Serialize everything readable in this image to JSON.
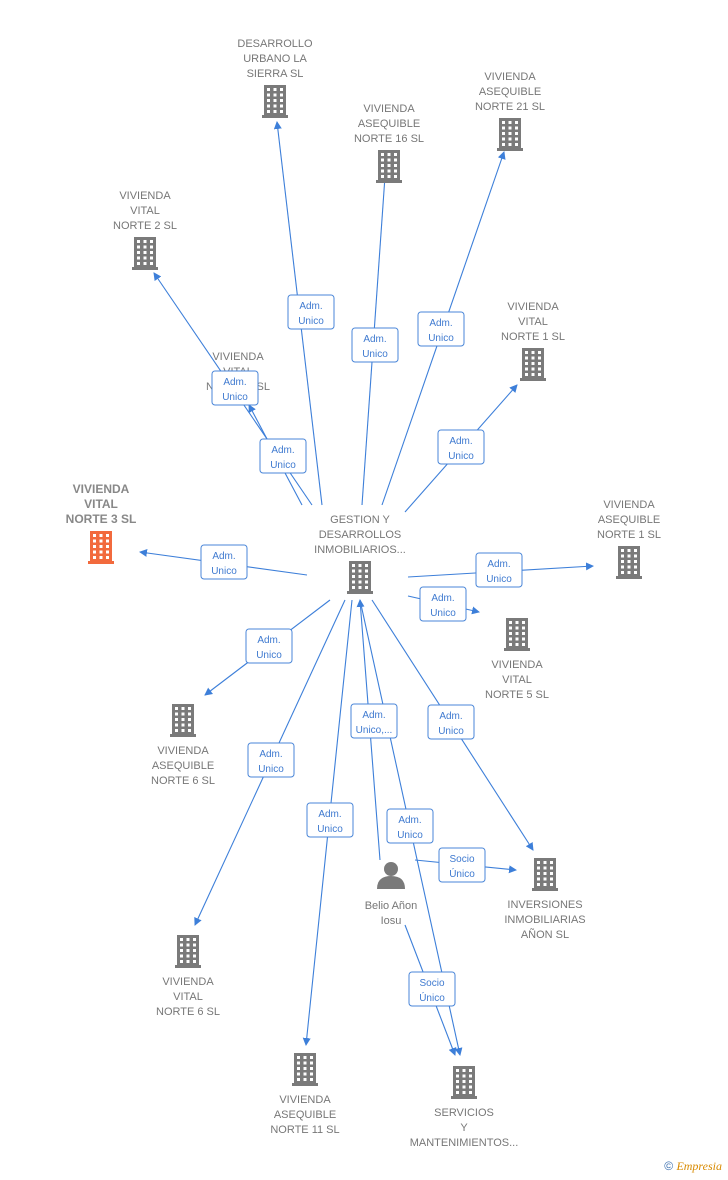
{
  "nodes": [
    {
      "id": "center",
      "kind": "company",
      "lines": [
        "GESTION Y",
        "DESARROLLOS",
        "INMOBILIARIOS..."
      ]
    },
    {
      "id": "desarrollo",
      "kind": "company",
      "lines": [
        "DESARROLLO",
        "URBANO LA",
        "SIERRA  SL"
      ]
    },
    {
      "id": "va16",
      "kind": "company",
      "lines": [
        "VIVIENDA",
        "ASEQUIBLE",
        "NORTE 16  SL"
      ]
    },
    {
      "id": "va21",
      "kind": "company",
      "lines": [
        "VIVIENDA",
        "ASEQUIBLE",
        "NORTE 21  SL"
      ]
    },
    {
      "id": "vv2",
      "kind": "company",
      "lines": [
        "VIVIENDA",
        "VITAL",
        "NORTE 2  SL"
      ]
    },
    {
      "id": "vv4",
      "kind": "company",
      "lines": [
        "VIVIENDA",
        "VITAL",
        "NORTE 4  SL"
      ]
    },
    {
      "id": "vv1",
      "kind": "company",
      "lines": [
        "VIVIENDA",
        "VITAL",
        "NORTE 1  SL"
      ]
    },
    {
      "id": "vv3",
      "kind": "company",
      "highlight": true,
      "lines": [
        "VIVIENDA",
        "VITAL",
        "NORTE 3  SL"
      ]
    },
    {
      "id": "va1",
      "kind": "company",
      "lines": [
        "VIVIENDA",
        "ASEQUIBLE",
        "NORTE 1  SL"
      ]
    },
    {
      "id": "vv5",
      "kind": "company",
      "lines": [
        "VIVIENDA",
        "VITAL",
        "NORTE 5  SL"
      ]
    },
    {
      "id": "va6",
      "kind": "company",
      "lines": [
        "VIVIENDA",
        "ASEQUIBLE",
        "NORTE 6  SL"
      ]
    },
    {
      "id": "vv6",
      "kind": "company",
      "lines": [
        "VIVIENDA",
        "VITAL",
        "NORTE 6  SL"
      ]
    },
    {
      "id": "va11",
      "kind": "company",
      "lines": [
        "VIVIENDA",
        "ASEQUIBLE",
        "NORTE 11  SL"
      ]
    },
    {
      "id": "servicios",
      "kind": "company",
      "lines": [
        "SERVICIOS",
        "Y",
        "MANTENIMIENTOS..."
      ]
    },
    {
      "id": "inversiones",
      "kind": "company",
      "lines": [
        "INVERSIONES",
        "INMOBILIARIAS",
        "AÑON  SL"
      ]
    },
    {
      "id": "belio",
      "kind": "person",
      "lines": [
        "Belio Añon",
        "Iosu"
      ]
    }
  ],
  "relations": [
    {
      "from": "center",
      "to": "desarrollo",
      "lines": [
        "Adm.",
        "Unico"
      ]
    },
    {
      "from": "center",
      "to": "va16",
      "lines": [
        "Adm.",
        "Unico"
      ]
    },
    {
      "from": "center",
      "to": "va21",
      "lines": [
        "Adm.",
        "Unico"
      ]
    },
    {
      "from": "center",
      "to": "vv2",
      "lines": [
        "Adm.",
        "Unico"
      ]
    },
    {
      "from": "center",
      "to": "vv4",
      "lines": [
        "Adm.",
        "Unico"
      ]
    },
    {
      "from": "center",
      "to": "vv1",
      "lines": [
        "Adm.",
        "Unico"
      ]
    },
    {
      "from": "center",
      "to": "vv3",
      "lines": [
        "Adm.",
        "Unico"
      ]
    },
    {
      "from": "center",
      "to": "va1",
      "lines": [
        "Adm.",
        "Unico"
      ]
    },
    {
      "from": "center",
      "to": "vv5",
      "lines": [
        "Adm.",
        "Unico"
      ]
    },
    {
      "from": "center",
      "to": "va6",
      "lines": [
        "Adm.",
        "Unico"
      ]
    },
    {
      "from": "center",
      "to": "vv6",
      "lines": [
        "Adm.",
        "Unico"
      ]
    },
    {
      "from": "center",
      "to": "va11",
      "lines": [
        "Adm.",
        "Unico"
      ]
    },
    {
      "from": "belio",
      "to": "center",
      "lines": [
        "Adm.",
        "Unico,..."
      ]
    },
    {
      "from": "center",
      "to": "inversiones",
      "lines": [
        "Adm.",
        "Unico"
      ]
    },
    {
      "from": "center",
      "to": "servicios",
      "lines": [
        "Adm.",
        "Unico"
      ]
    },
    {
      "from": "belio",
      "to": "inversiones",
      "lines": [
        "Socio",
        "Único"
      ]
    },
    {
      "from": "belio",
      "to": "servicios",
      "lines": [
        "Socio",
        "Único"
      ]
    }
  ],
  "colors": {
    "edge": "#3d7fd9",
    "icon": "#7a7a7a",
    "highlight": "#f26a3d",
    "label": "#777777"
  },
  "watermark": {
    "symbol": "©",
    "brand": "Empresia"
  }
}
